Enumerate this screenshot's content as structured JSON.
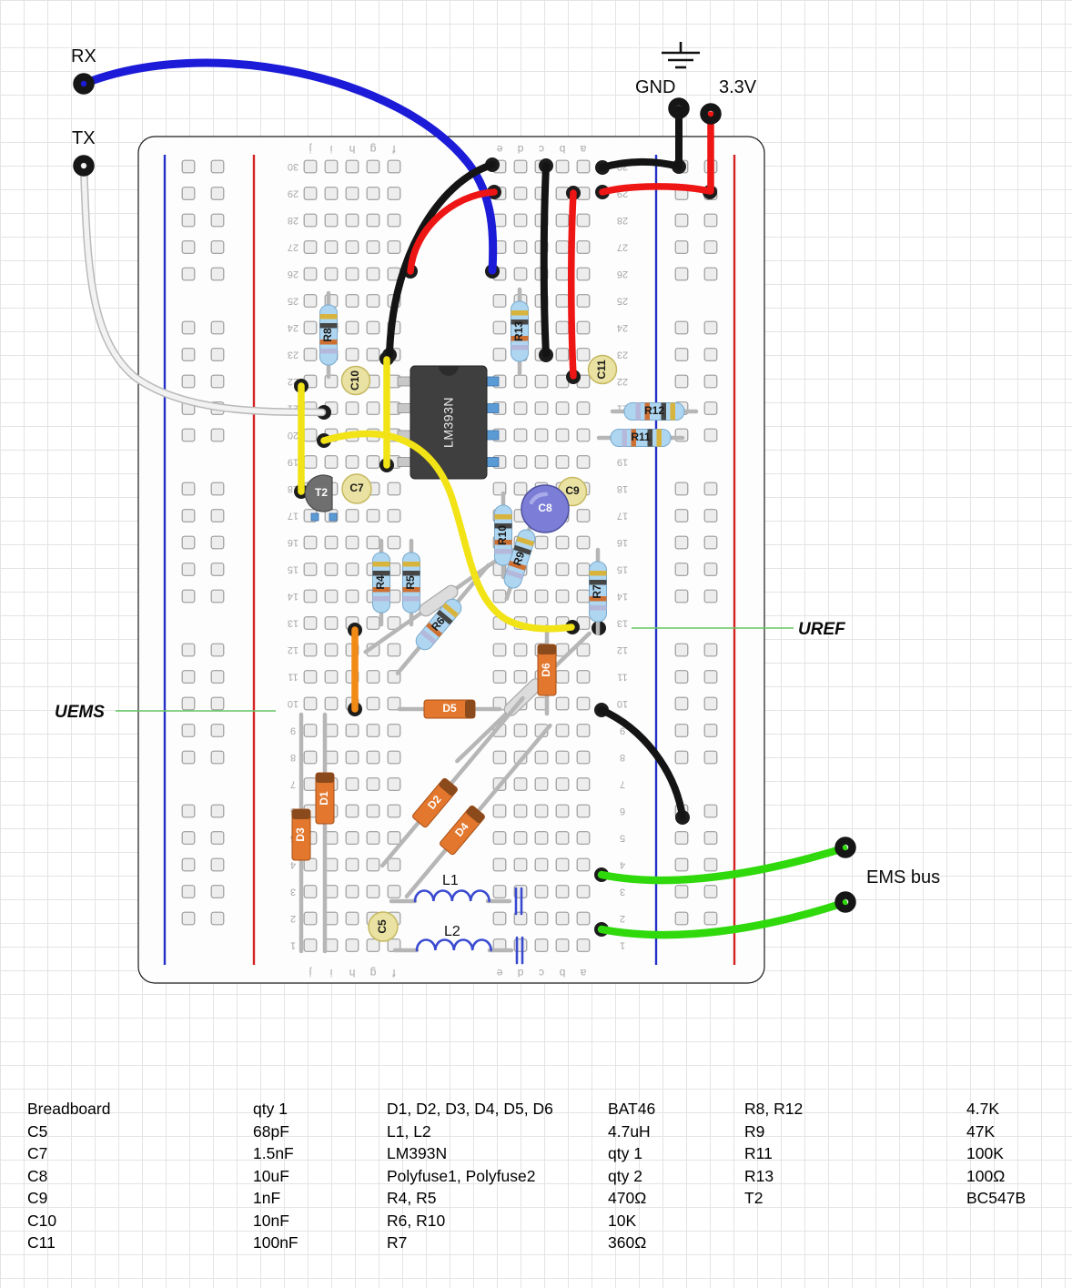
{
  "annotations": {
    "rx": "RX",
    "tx": "TX",
    "gnd": "GND",
    "v33": "3.3V",
    "uref": "UREF",
    "uems": "UEMS",
    "ems_bus": "EMS bus"
  },
  "components": {
    "r4": "R4",
    "r5": "R5",
    "r6": "R6",
    "r7": "R7",
    "r8": "R8",
    "r9": "R9",
    "r10": "R10",
    "r11": "R11",
    "r12": "R12",
    "r13": "R13",
    "c5": "C5",
    "c7": "C7",
    "c8": "C8",
    "c9": "C9",
    "c10": "C10",
    "c11": "C11",
    "d1": "D1",
    "d2": "D2",
    "d3": "D3",
    "d4": "D4",
    "d5": "D5",
    "d6": "D6",
    "t2": "T2",
    "ic": "LM393N",
    "l1": "L1",
    "l2": "L2"
  },
  "breadboard": {
    "rows": 30,
    "row_numbers": [
      1,
      2,
      3,
      4,
      5,
      6,
      7,
      8,
      9,
      10,
      11,
      12,
      13,
      14,
      15,
      16,
      17,
      18,
      19,
      20,
      21,
      22,
      23,
      24,
      25,
      26,
      27,
      28,
      29,
      30
    ],
    "letters_left": [
      "j",
      "i",
      "h",
      "g",
      "f"
    ],
    "letters_right": [
      "e",
      "d",
      "c",
      "b",
      "a"
    ]
  },
  "palette": {
    "wire_blue": "#1b1bd8",
    "wire_red": "#ee1515",
    "wire_black": "#141414",
    "wire_white": "#f2f2f2",
    "wire_yellow": "#f2e316",
    "wire_orange": "#f28a16",
    "wire_green": "#2fd90c",
    "annotation_green": "#63c763",
    "resistor_body": "#aed6f1",
    "diode_body": "#e2772d",
    "ic_body": "#3f3f3f"
  },
  "bom": {
    "col1": [
      [
        "Breadboard",
        "qty 1"
      ],
      [
        "C5",
        "68pF"
      ],
      [
        "C7",
        "1.5nF"
      ],
      [
        "C8",
        "10uF"
      ],
      [
        "C9",
        "1nF"
      ],
      [
        "C10",
        "10nF"
      ],
      [
        "C11",
        "100nF"
      ]
    ],
    "col2": [
      [
        "D1, D2, D3, D4, D5, D6",
        "BAT46"
      ],
      [
        "L1, L2",
        "4.7uH"
      ],
      [
        "LM393N",
        "qty 1"
      ],
      [
        "Polyfuse1, Polyfuse2",
        "qty 2"
      ],
      [
        "R4, R5",
        "470Ω"
      ],
      [
        "R6, R10",
        "10K"
      ],
      [
        "R7",
        "360Ω"
      ]
    ],
    "col3": [
      [
        "R8, R12",
        "4.7K"
      ],
      [
        "R9",
        "47K"
      ],
      [
        "R11",
        "100K"
      ],
      [
        "R13",
        "100Ω"
      ],
      [
        "T2",
        "BC547B"
      ]
    ]
  }
}
